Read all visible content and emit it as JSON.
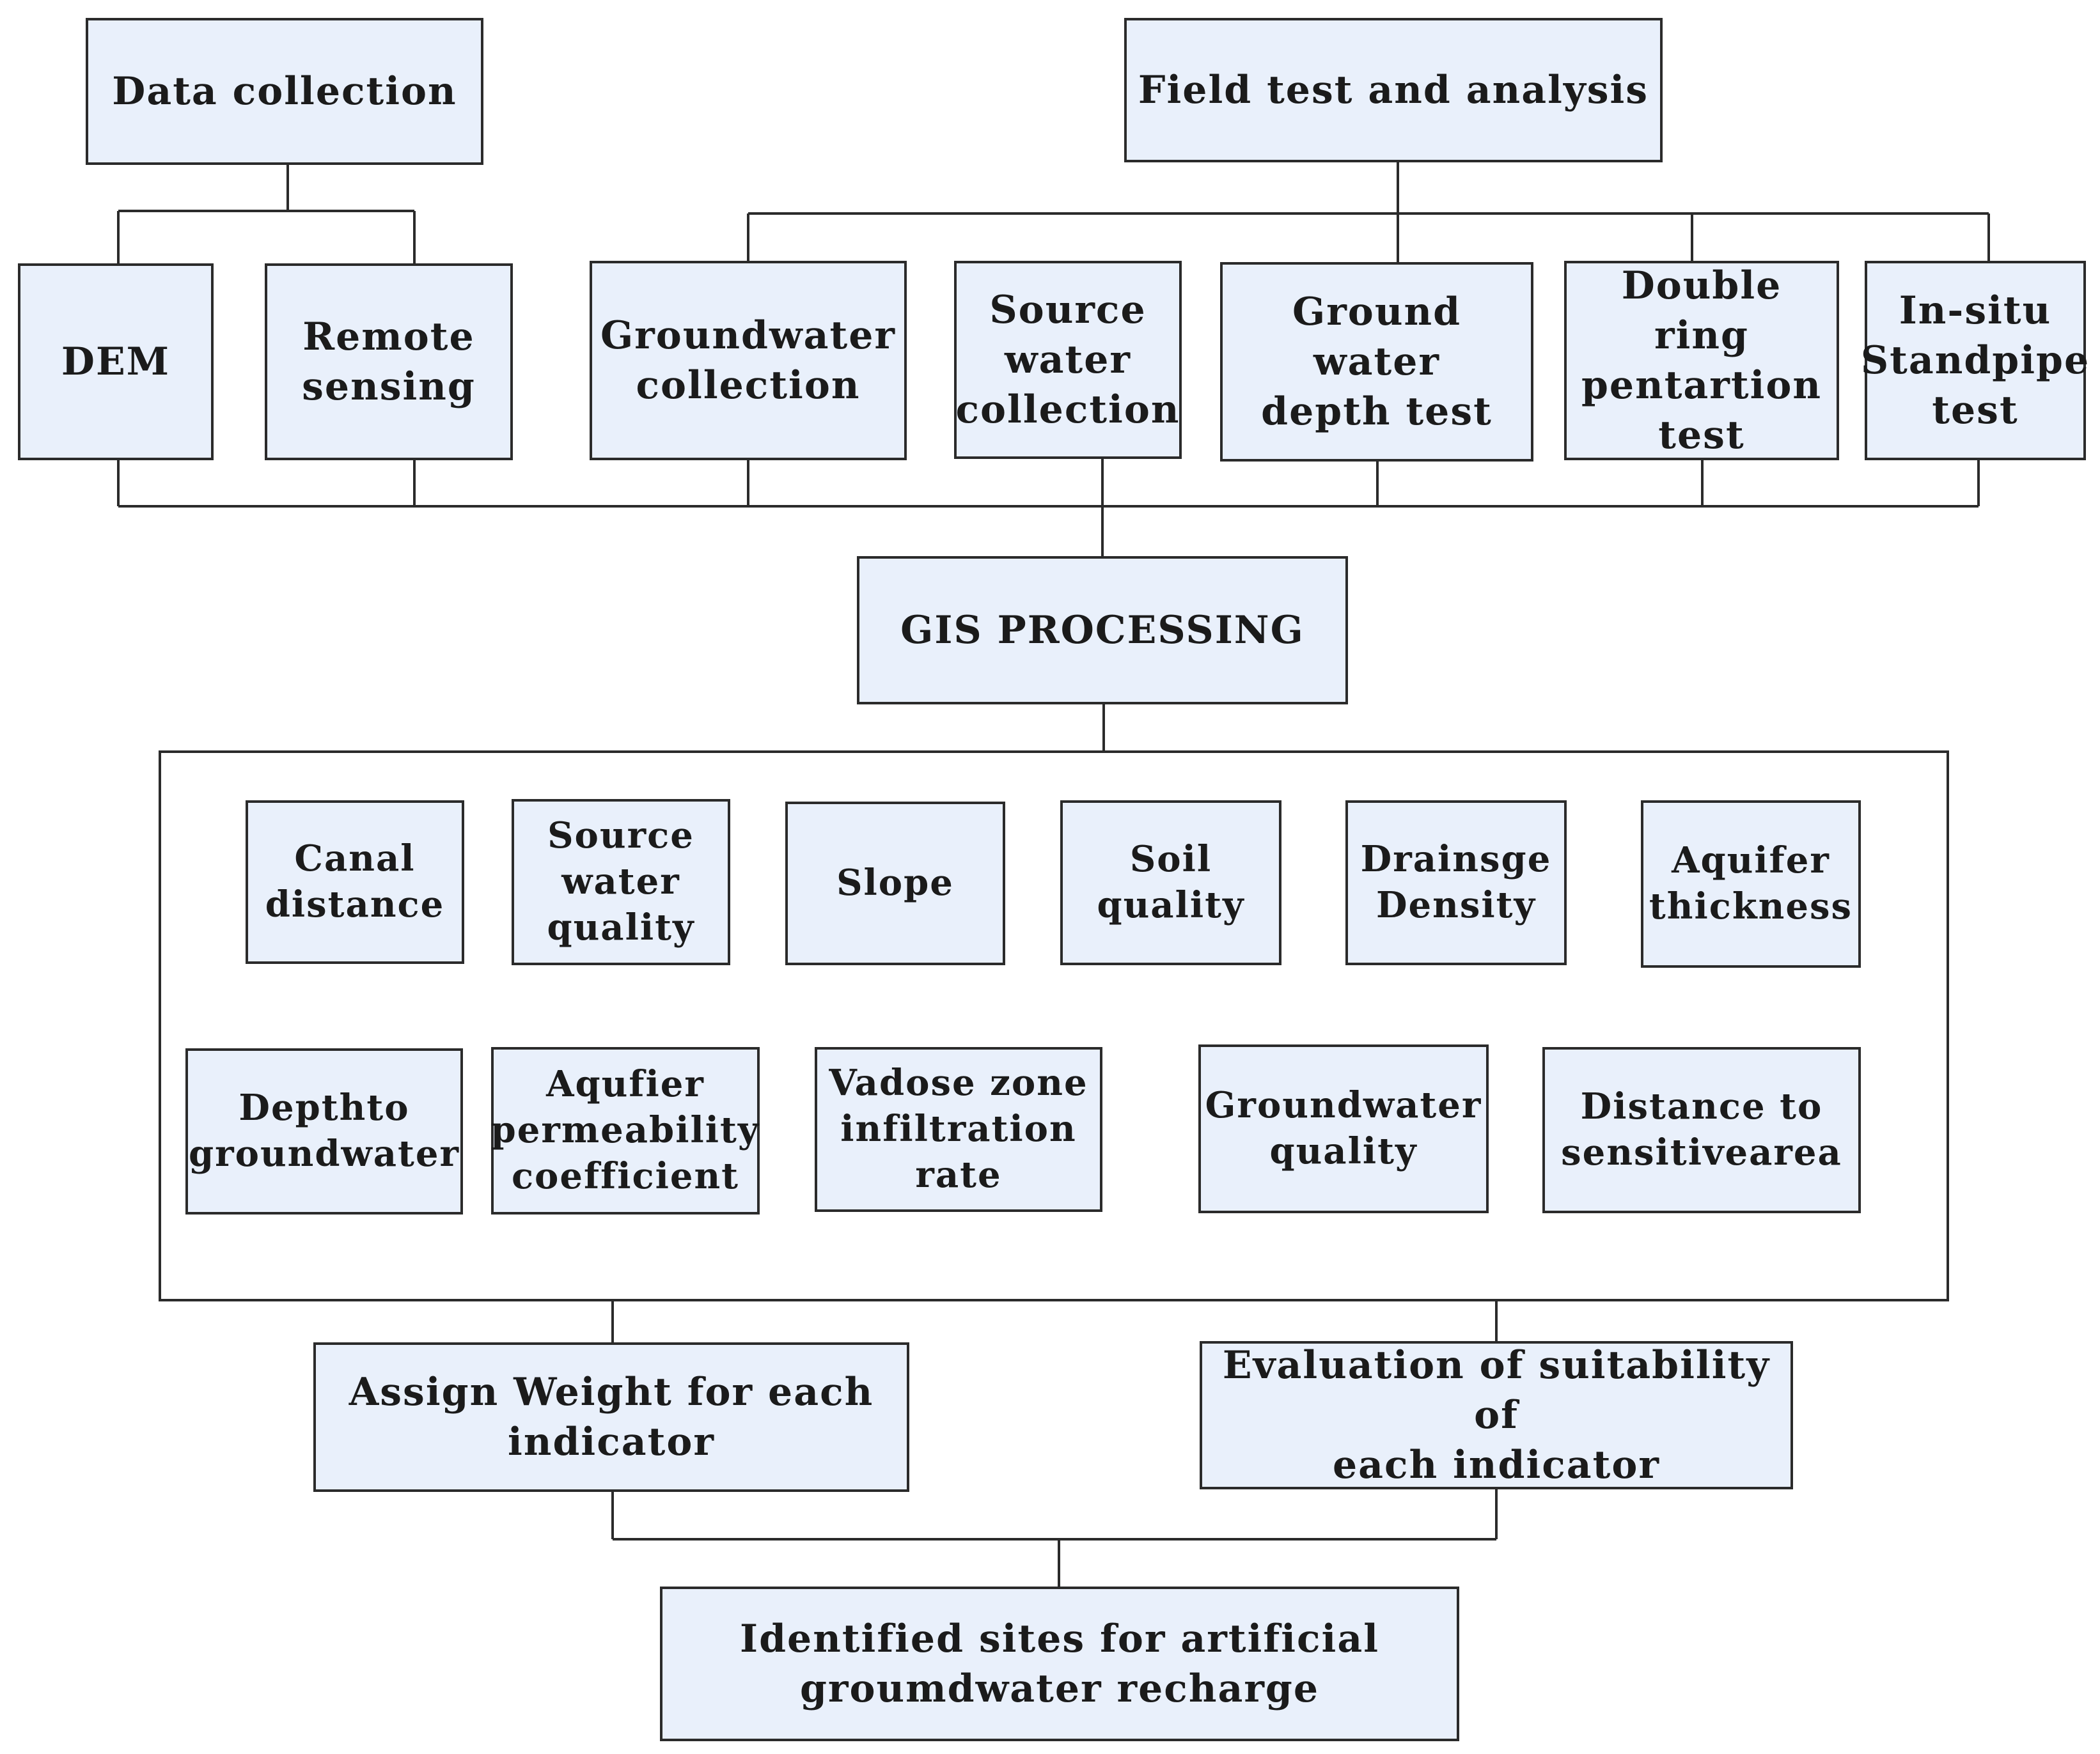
{
  "top": {
    "data_collection": "Data collection",
    "field_test": "Field test and analysis"
  },
  "inputs": {
    "dem": "DEM",
    "remote_sensing": "Remote\nsensing",
    "groundwater_collection": "Groundwater\ncollection",
    "source_water_collection": "Source\nwater\ncollection",
    "groundwater_depth_test": "Ground water\ndepth test",
    "double_ring_test": "Double ring\npentartion\ntest",
    "standpipe_test": "In-situ\nStandpipe\ntest"
  },
  "gis": "GIS PROCESSING",
  "indicators": {
    "canal_distance": "Canal\ndistance",
    "source_water_quality": "Source\nwater\nquality",
    "slope": "Slope",
    "soil_quality": "Soil\nquality",
    "drainage_density": "Drainsge\nDensity",
    "aquifer_thickness": "Aquifer\nthickness",
    "depth_to_groundwater": "Depthto\ngroundwater",
    "aquifer_permeability": "Aqufier\npermeability\ncoefficient",
    "vadose_zone": "Vadose  zone\ninfiltration\nrate",
    "groundwater_quality": "Groundwater\nquality",
    "distance_sensitive": "Distance to\nsensitivearea"
  },
  "assign_weight": "Assign Weight for each\nindicator",
  "evaluation": "Evaluation of suitability of\neach indicator",
  "result": "Identified sites  for artificial\ngroumdwater  recharge"
}
